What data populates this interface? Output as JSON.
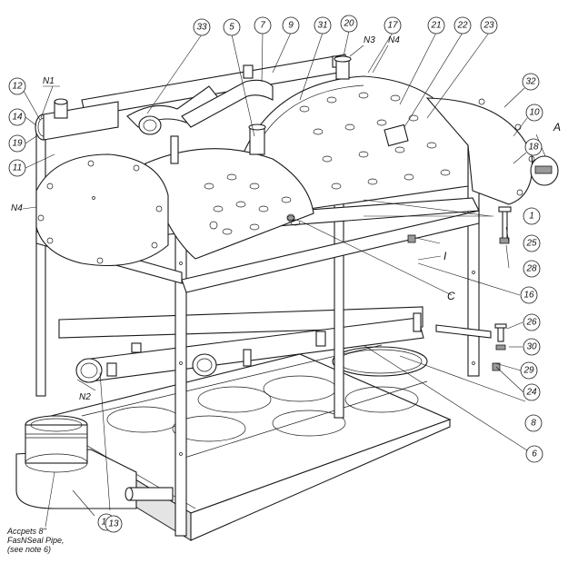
{
  "callouts": [
    {
      "id": "c33",
      "label": "33"
    },
    {
      "id": "c5",
      "label": "5"
    },
    {
      "id": "c7",
      "label": "7"
    },
    {
      "id": "c9",
      "label": "9"
    },
    {
      "id": "c31",
      "label": "31"
    },
    {
      "id": "c20",
      "label": "20"
    },
    {
      "id": "c17",
      "label": "17"
    },
    {
      "id": "c21",
      "label": "21"
    },
    {
      "id": "c22",
      "label": "22"
    },
    {
      "id": "c23",
      "label": "23"
    },
    {
      "id": "c32",
      "label": "32"
    },
    {
      "id": "c10",
      "label": "10"
    },
    {
      "id": "c18",
      "label": "18"
    },
    {
      "id": "c12",
      "label": "12"
    },
    {
      "id": "c14",
      "label": "14"
    },
    {
      "id": "c19",
      "label": "19"
    },
    {
      "id": "c11",
      "label": "11"
    },
    {
      "id": "c1",
      "label": "1"
    },
    {
      "id": "c25",
      "label": "25"
    },
    {
      "id": "c28",
      "label": "28"
    },
    {
      "id": "c16",
      "label": "16"
    },
    {
      "id": "c26",
      "label": "26"
    },
    {
      "id": "c30",
      "label": "30"
    },
    {
      "id": "c29",
      "label": "29"
    },
    {
      "id": "c24",
      "label": "24"
    },
    {
      "id": "c8",
      "label": "8"
    },
    {
      "id": "c6",
      "label": "6"
    },
    {
      "id": "c15",
      "label": "15"
    },
    {
      "id": "c13",
      "label": "13"
    }
  ],
  "tags": {
    "n1": "N1",
    "n2": "N2",
    "n3": "N3",
    "n4_top": "N4",
    "n4_left": "N4",
    "detail_a": "A",
    "detail_i": "I",
    "detail_c": "C"
  },
  "note": {
    "line1": "Accpets 8\"",
    "line2": "FasNSeal Pipe,",
    "line3": "(see note 6)"
  }
}
